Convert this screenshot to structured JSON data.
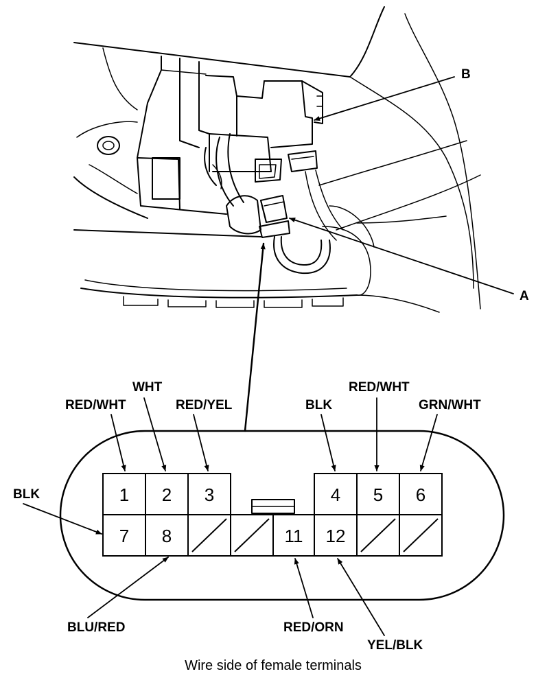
{
  "callouts": {
    "a": "A",
    "b": "B"
  },
  "wires": {
    "t1": "RED/WHT",
    "t2": "WHT",
    "t3": "RED/YEL",
    "t4": "BLK",
    "t5": "RED/WHT",
    "t6": "GRN/WHT",
    "t7": "BLK",
    "t8": "BLU/RED",
    "t11": "RED/ORN",
    "t12": "YEL/BLK"
  },
  "terminals": {
    "t1": "1",
    "t2": "2",
    "t3": "3",
    "t4": "4",
    "t5": "5",
    "t6": "6",
    "t7": "7",
    "t8": "8",
    "t11": "11",
    "t12": "12"
  },
  "caption": "Wire side of female terminals"
}
